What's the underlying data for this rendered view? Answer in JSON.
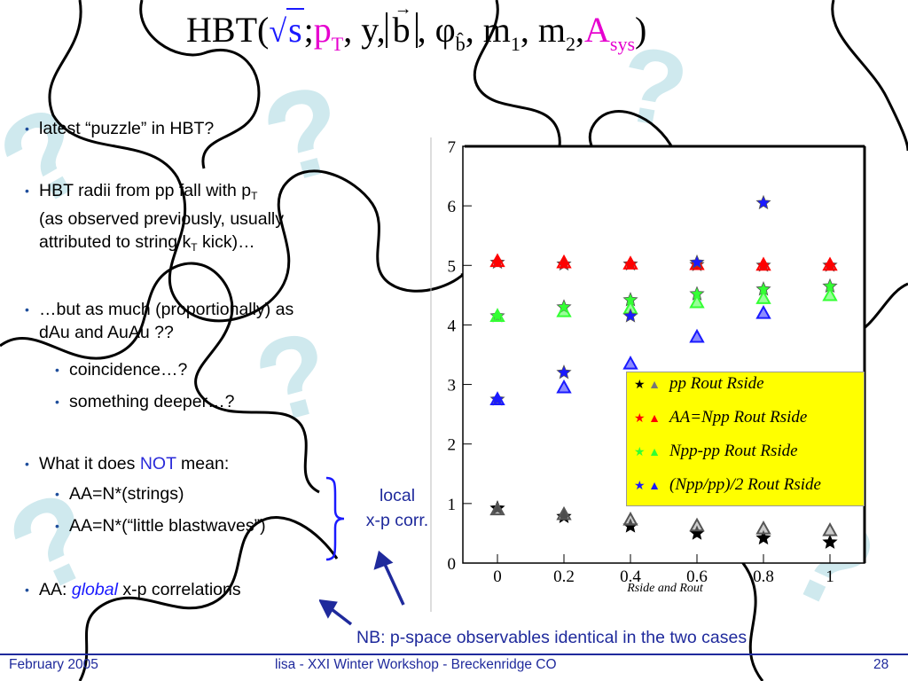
{
  "title": {
    "hbt": "HBT(",
    "s": "s",
    "semi": ";",
    "p": "p",
    "p_sub": "T",
    "y": ", y,",
    "b": "b",
    "phi": ", φ",
    "phi_sub": "b̂",
    "m1": ", m",
    "m1_sub": "1",
    "m2": ", m",
    "m2_sub": "2",
    "comma": ",",
    "A": "A",
    "A_sub": "sys",
    "close": ")"
  },
  "bullets": {
    "b1": "latest “puzzle” in HBT?",
    "b2_line1_pre": "HBT radii from pp fall with p",
    "b2_line1_sub": "T",
    "b2_line2": "(as observed previously, usually",
    "b2_line3_pre": "attributed to string k",
    "b2_line3_sub": "T",
    "b2_line3_post": " kick)…",
    "b3_line1": "…but as much (proportionally) as",
    "b3_line2": "dAu and AuAu ??",
    "b3_sub1": "coincidence…?",
    "b3_sub2": "something deeper…?",
    "b4_pre": "What it does ",
    "b4_not": "NOT",
    "b4_post": " mean:",
    "b4_sub1": "AA=N*(strings)",
    "b4_sub2": "AA=N*(“little blastwaves”)",
    "b5_pre": "AA: ",
    "b5_global": "global",
    "b5_post": " x-p correlations",
    "bullet_char": "•"
  },
  "local_note": {
    "line1": "local",
    "line2": "x-p corr."
  },
  "nb_note": "NB: p-space observables identical in the two cases",
  "footer": {
    "date": "February 2005",
    "center": "lisa - XXI Winter Workshop - Breckenridge CO",
    "page": "28"
  },
  "colors": {
    "accent_blue": "#1f2a9c",
    "magenta": "#e600cf",
    "puzzle_question": "#cfe9ee",
    "legend_bg": "#ffff00"
  },
  "chart_data": {
    "type": "scatter",
    "xlabel": "Rside and Rout",
    "ylabel": "",
    "xlim": [
      -0.1,
      1.1
    ],
    "ylim": [
      0,
      7
    ],
    "x_ticks": [
      "0",
      "0.2",
      "0.4",
      "0.6",
      "0.8",
      "1"
    ],
    "y_ticks": [
      "0",
      "1",
      "2",
      "3",
      "4",
      "5",
      "6",
      "7"
    ],
    "legend_position": "right",
    "series": [
      {
        "name": "pp Rout Rside",
        "color": "#000000",
        "x": [
          0,
          0.2,
          0.4,
          0.6,
          0.8,
          1.0
        ],
        "rout": [
          0.92,
          0.78,
          0.62,
          0.5,
          0.42,
          0.35
        ],
        "rside": [
          0.9,
          0.82,
          0.73,
          0.63,
          0.58,
          0.55
        ]
      },
      {
        "name": "AA=Npp Rout Rside",
        "color": "#ff0000",
        "x": [
          0,
          0.2,
          0.4,
          0.6,
          0.8,
          1.0
        ],
        "rout": [
          5.05,
          5.02,
          5.02,
          5.01,
          5.0,
          5.0
        ],
        "rside": [
          5.07,
          5.05,
          5.03,
          5.02,
          5.01,
          5.01
        ]
      },
      {
        "name": "Npp-pp Rout Rside",
        "color": "#33ff33",
        "x": [
          0,
          0.2,
          0.4,
          0.6,
          0.8,
          1.0
        ],
        "rout": [
          4.15,
          4.3,
          4.42,
          4.52,
          4.6,
          4.65
        ],
        "rside": [
          4.15,
          4.23,
          4.28,
          4.38,
          4.45,
          4.5
        ]
      },
      {
        "name": "(Npp/pp)/2 Rout Rside",
        "color": "#1a1aff",
        "x": [
          0,
          0.2,
          0.4,
          0.6,
          0.8,
          1.0
        ],
        "rout": [
          2.75,
          3.2,
          4.15,
          5.05,
          6.05,
          null
        ],
        "rside": [
          2.75,
          2.95,
          3.35,
          3.8,
          4.2,
          null
        ]
      }
    ]
  }
}
